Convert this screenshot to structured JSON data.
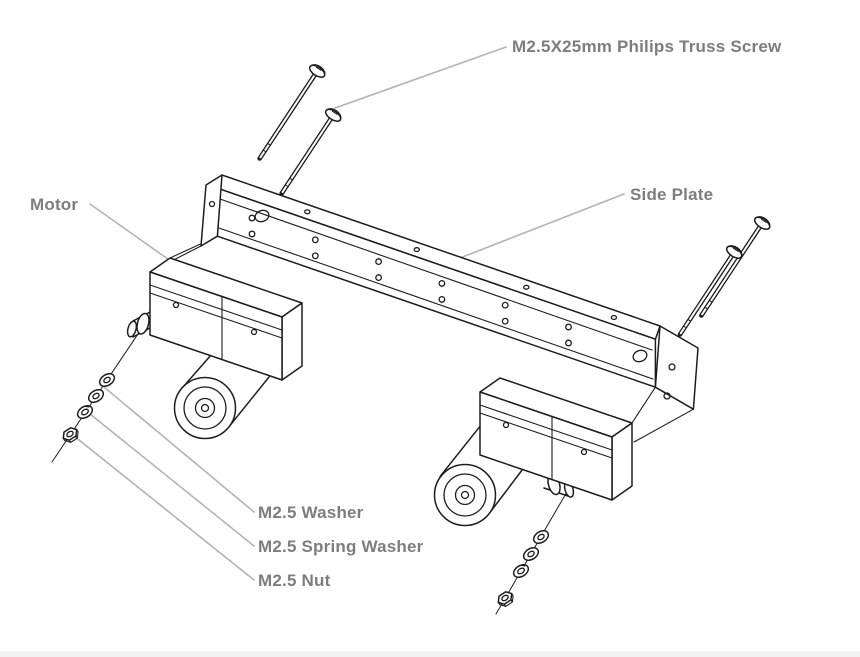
{
  "diagram": {
    "colors": {
      "line": "#1d1d1f",
      "label": "#7d7d7d",
      "leader": "#b3b3b3",
      "background": "#ffffff"
    },
    "labels": {
      "truss_screw": "M2.5X25mm Philips Truss Screw",
      "side_plate": "Side Plate",
      "motor": "Motor",
      "washer": "M2.5 Washer",
      "spring_washer": "M2.5 Spring Washer",
      "nut": "M2.5 Nut"
    }
  }
}
